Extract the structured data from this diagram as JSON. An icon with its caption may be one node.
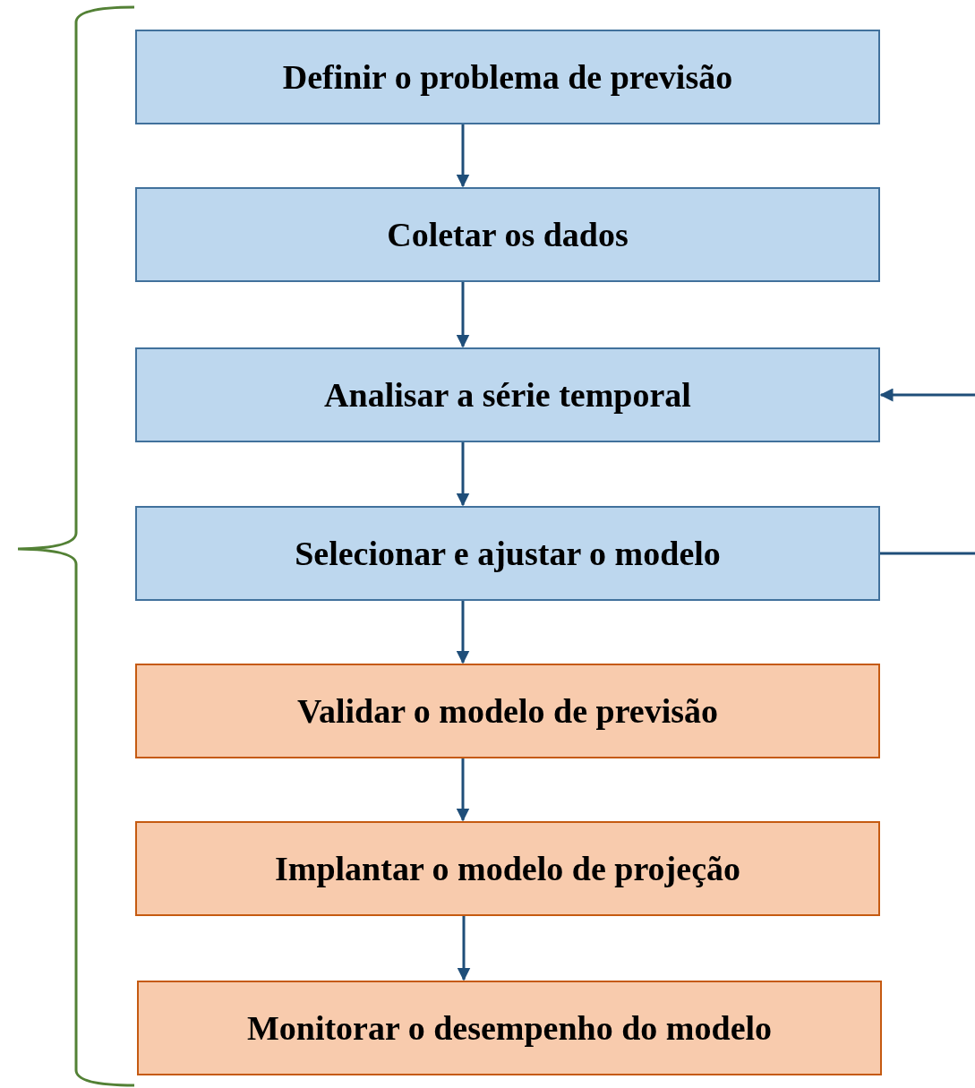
{
  "diagram": {
    "nodes": [
      {
        "text": [
          "Definir o problema de previsão"
        ]
      },
      {
        "text": [
          "Coletar os dados"
        ]
      },
      {
        "text": [
          "Analisar a série temporal"
        ]
      },
      {
        "text": [
          "Selecionar e ajustar o modelo"
        ]
      },
      {
        "text": [
          "Validar o modelo de previsão"
        ]
      },
      {
        "text": [
          "Implantar o modelo de projeção"
        ]
      },
      {
        "text": [
          "Monitorar o desempenho do modelo"
        ]
      }
    ],
    "edges": [
      {
        "from": 0,
        "to": 1,
        "arrow": "to"
      },
      {
        "from": 1,
        "to": 2,
        "arrow": "to"
      },
      {
        "from": 2,
        "to": 3,
        "arrow": "to"
      },
      {
        "from": 3,
        "to": 4,
        "arrow": "to"
      },
      {
        "from": 4,
        "to": 5,
        "arrow": "to"
      },
      {
        "from": 5,
        "to": 6,
        "arrow": "to"
      },
      {
        "from": null,
        "to": 2,
        "arrow": "to"
      },
      {
        "from": 3,
        "to": null,
        "arrow": "none"
      }
    ]
  }
}
